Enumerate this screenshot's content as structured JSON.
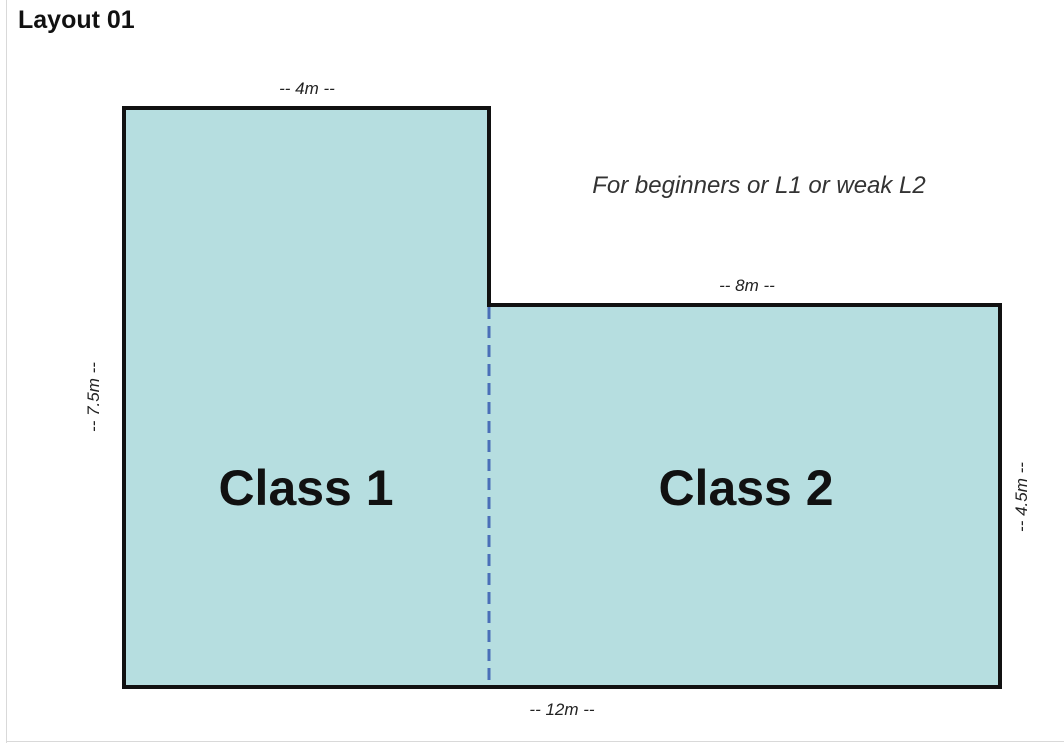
{
  "title": "Layout 01",
  "note": "For beginners or L1 or weak L2",
  "rooms": [
    {
      "label": "Class 1"
    },
    {
      "label": "Class 2"
    }
  ],
  "dimensions": {
    "top_left_width": "-- 4m --",
    "right_top_width": "-- 8m --",
    "left_height": "-- 7.5m --",
    "right_height": "-- 4.5m --",
    "bottom_width": "-- 12m --"
  },
  "colors": {
    "room_fill": "#b6dee0",
    "outline": "#111111",
    "divider": "#4a6fb8"
  }
}
